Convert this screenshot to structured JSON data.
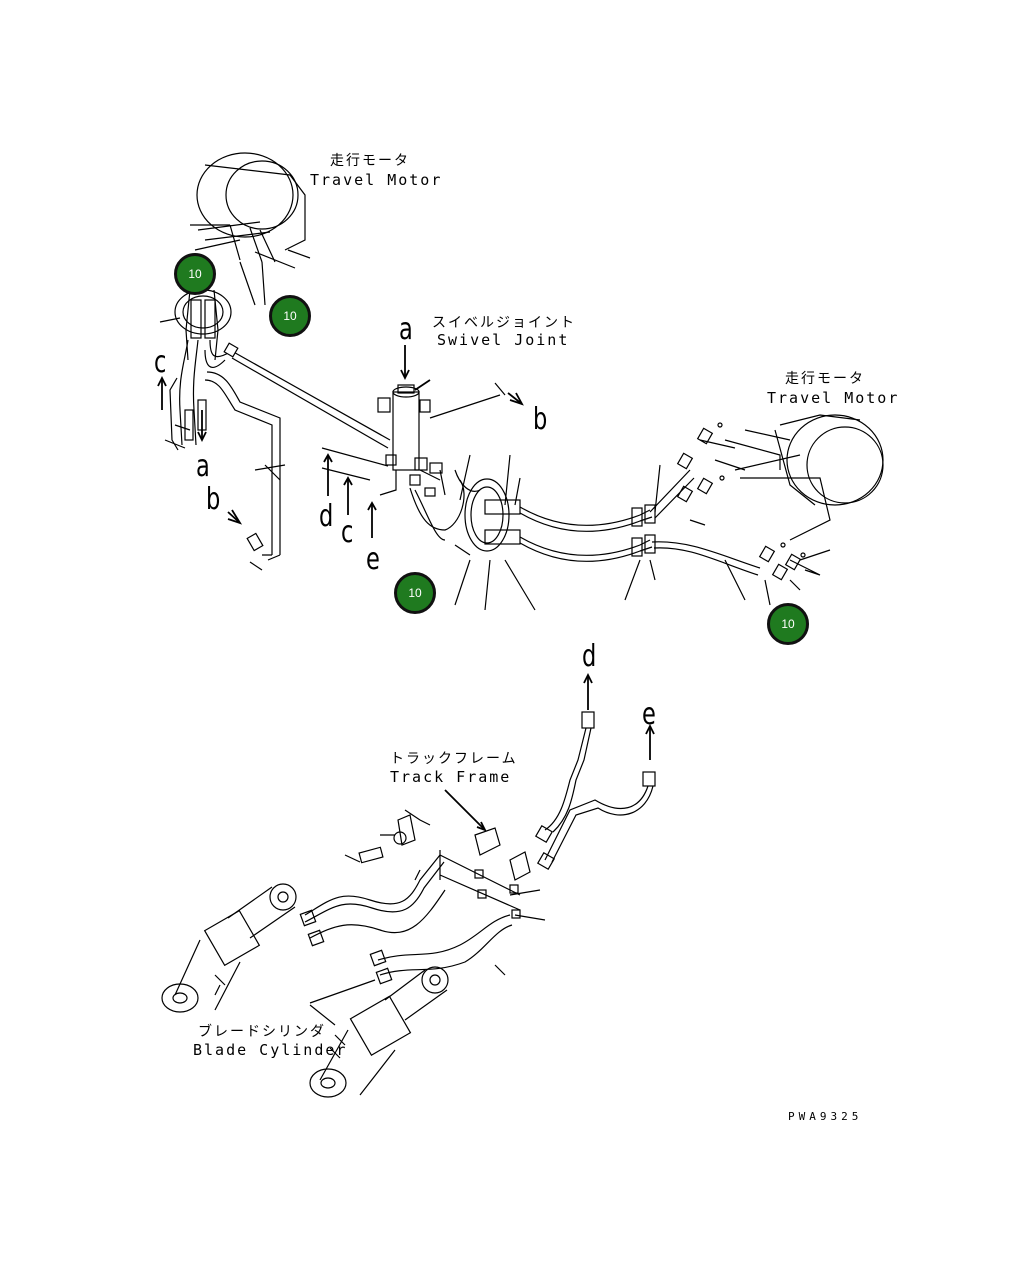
{
  "labels": {
    "travel_motor_top_jp": "走行モータ",
    "travel_motor_top_en": "Travel Motor",
    "swivel_joint_jp": "スイベルジョイント",
    "swivel_joint_en": "Swivel Joint",
    "travel_motor_right_jp": "走行モータ",
    "travel_motor_right_en": "Travel Motor",
    "track_frame_jp": "トラックフレーム",
    "track_frame_en": "Track Frame",
    "blade_cylinder_jp": "ブレードシリンダ",
    "blade_cylinder_en": "Blade Cylinder"
  },
  "ref_letters": {
    "a_top": "a",
    "a_left": "a",
    "b_left": "b",
    "b_right": "b",
    "c_left": "c",
    "c_mid": "c",
    "d_mid": "d",
    "d_bottom": "d",
    "e_mid": "e",
    "e_bottom": "e"
  },
  "callouts": [
    "10",
    "10",
    "10",
    "10"
  ],
  "drawing_code": "PWA9325",
  "colors": {
    "callout_fill": "#1f7a1f",
    "callout_border": "#111111",
    "line": "#000000"
  }
}
